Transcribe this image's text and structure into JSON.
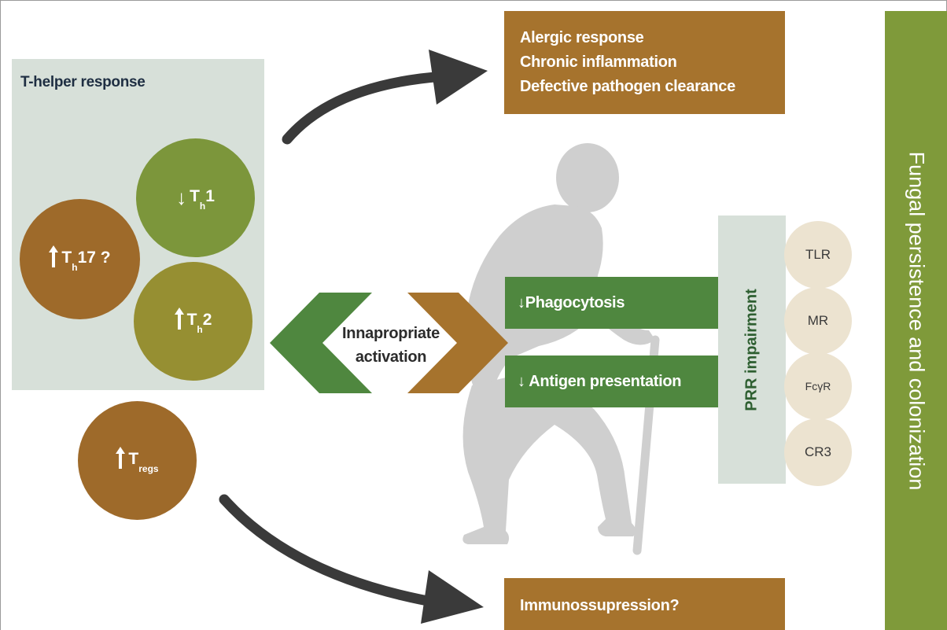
{
  "thelper": {
    "title": "T-helper response"
  },
  "cells": {
    "th1": {
      "arrow": "↓",
      "base": "T",
      "sub": "h",
      "suffix": "1"
    },
    "th17": {
      "arrow": "🠕",
      "base": "T",
      "sub": "h",
      "suffix": "17 ?"
    },
    "th2": {
      "arrow": "🠕",
      "base": "T",
      "sub": "h",
      "suffix": "2"
    },
    "tregs": {
      "arrow": "🠕",
      "base": "T",
      "sub": "regs",
      "suffix": ""
    }
  },
  "outcomes": {
    "top": [
      "Alergic response",
      "Chronic inflammation",
      "Defective pathogen clearance"
    ],
    "bottom": "Immunossupression?"
  },
  "activation": {
    "line1": "Innapropriate",
    "line2": "activation"
  },
  "impairments": {
    "phagocytosis": "↓Phagocytosis",
    "antigen": "↓ Antigen presentation"
  },
  "prr": {
    "label": "PRR impairment"
  },
  "receptors": {
    "tlr": "TLR",
    "mr": "MR",
    "fcyr": "FcγR",
    "cr3": "CR3"
  },
  "side_bar": {
    "label": "Fungal persistence and colonization"
  },
  "colors": {
    "brown": "#a6732d",
    "green": "#4f873f",
    "olive": "#7f9a3a",
    "panel": "#d7e0d9",
    "receptor": "#ece3d0",
    "figure": "#cfcfcf",
    "arrow": "#3a3a3a"
  },
  "icons": {
    "elderly_figure": "elderly-person-with-cane-icon"
  }
}
